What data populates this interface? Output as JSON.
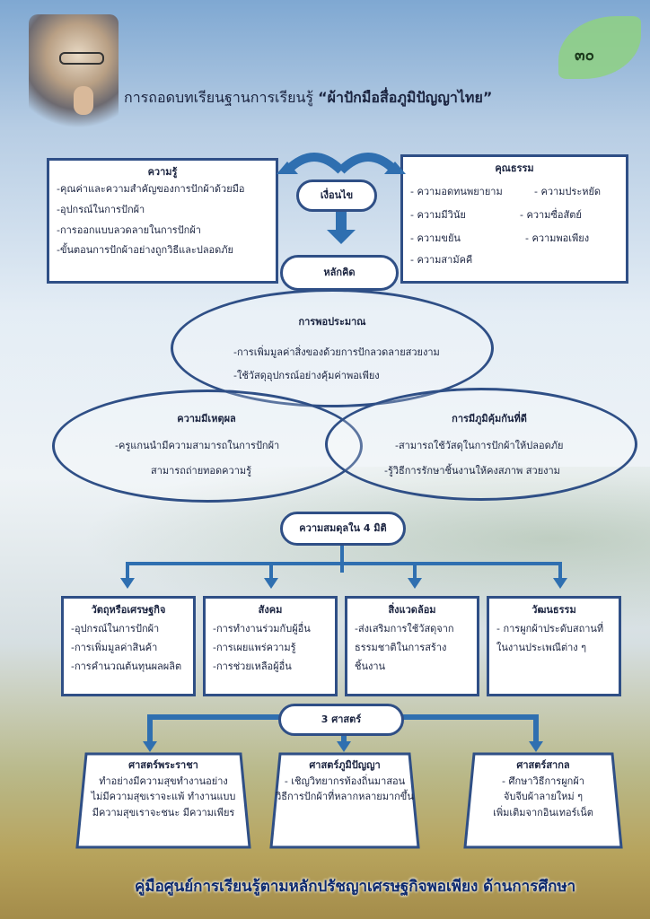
{
  "page_number": "๓๐",
  "title": {
    "prefix": "การถอดบทเรียนฐานการเรียนรู้ ",
    "highlight": "“ผ้าปักมือสื่อภูมิปัญญาไทย”"
  },
  "knowledge": {
    "heading": "ความรู้",
    "items": [
      "-คุณค่าและความสำคัญของการปักผ้าด้วยมือ",
      "-อุปกรณ์ในการปักผ้า",
      "-การออกแบบลวดลายในการปักผ้า",
      "-ขั้นตอนการปักผ้าอย่างถูกวิธีและปลอดภัย"
    ]
  },
  "condition_label": "เงื่อนไข",
  "morality": {
    "heading": "คุณธรรม",
    "items": [
      "- ความอดทนพยายาม",
      "- ความประหยัด",
      "- ความมีวินัย",
      "- ความซื่อสัตย์",
      "- ความขยัน",
      "- ความพอเพียง",
      "- ความสามัคคี"
    ]
  },
  "principle_label": "หลักคิด",
  "moderation": {
    "heading": "การพอประมาณ",
    "items": [
      "-การเพิ่มมูลค่าสิ่งของด้วยการปักลวดลายสวยงาม",
      "-ใช้วัสดุอุปกรณ์อย่างคุ้มค่าพอเพียง"
    ]
  },
  "reasonableness": {
    "heading": "ความมีเหตุผล",
    "items": [
      "-ครูแกนนำมีความสามารถในการปักผ้า",
      "สามารถถ่ายทอดความรู้"
    ]
  },
  "immunity": {
    "heading": "การมีภูมิคุ้มกันที่ดี",
    "items": [
      "-สามารถใช้วัสดุในการปักผ้าให้ปลอดภัย",
      "-รู้วิธีการรักษาชิ้นงานให้คงสภาพ สวยงาม"
    ]
  },
  "balance_label": "ความสมดุลใน 4 มิติ",
  "dimensions": [
    {
      "heading": "วัตถุหรือเศรษฐกิจ",
      "items": [
        "-อุปกรณ์ในการปักผ้า",
        "-การเพิ่มมูลค่าสินค้า",
        "-การคำนวณต้นทุนผลผลิต"
      ]
    },
    {
      "heading": "สังคม",
      "items": [
        "-การทำงานร่วมกับผู้อื่น",
        "-การเผยแพร่ความรู้",
        "-การช่วยเหลือผู้อื่น"
      ]
    },
    {
      "heading": "สิ่งแวดล้อม",
      "items": [
        "-ส่งเสริมการใช้วัสดุจาก",
        "ธรรมชาติในการสร้าง",
        "ชิ้นงาน"
      ]
    },
    {
      "heading": "วัฒนธรรม",
      "items": [
        "- การผูกผ้าประดับสถานที่",
        "ในงานประเพณีต่าง ๆ"
      ]
    }
  ],
  "sciences_label": "3 ศาสตร์",
  "sciences": [
    {
      "heading": "ศาสตร์พระราชา",
      "items": [
        "ทำอย่างมีความสุขทำงานอย่าง",
        "ไม่มีความสุขเราจะแพ้ ทำงานแบบ",
        "มีความสุขเราจะชนะ มีความเพียร"
      ]
    },
    {
      "heading": "ศาสตร์ภูมิปัญญา",
      "items": [
        "- เชิญวิทยากรท้องถิ่นมาสอน",
        "วิธีการปักผ้าที่หลากหลายมากขึ้น"
      ]
    },
    {
      "heading": "ศาสตร์สากล",
      "items": [
        "- ศึกษาวิธีการผูกผ้า",
        "จับจีบผ้าลายใหม่ ๆ",
        "เพิ่มเติมจากอินเทอร์เน็ต"
      ]
    }
  ],
  "footer": "คู่มือศูนย์การเรียนรู้ตามหลักปรัชญาเศรษฐกิจพอเพียง  ด้านการศึกษา"
}
